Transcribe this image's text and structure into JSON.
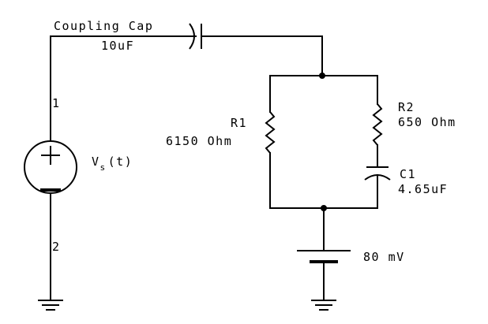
{
  "labels": {
    "coupling_cap_name": "Coupling Cap",
    "coupling_cap_value": "10uF",
    "node_1": "1",
    "node_2": "2",
    "source_name": "V",
    "source_subscript": "s",
    "source_arg": "(t)",
    "r1_name": "R1",
    "r1_value": "6150 Ohm",
    "r2_name": "R2",
    "r2_value": "650 Ohm",
    "c1_name": "C1",
    "c1_value": "4.65uF",
    "battery_value": "80 mV"
  },
  "symbols": {
    "source": "ac-voltage-source-icon",
    "ground": "ground-icon",
    "resistor": "resistor-icon",
    "capacitor": "capacitor-icon",
    "battery": "battery-icon"
  }
}
